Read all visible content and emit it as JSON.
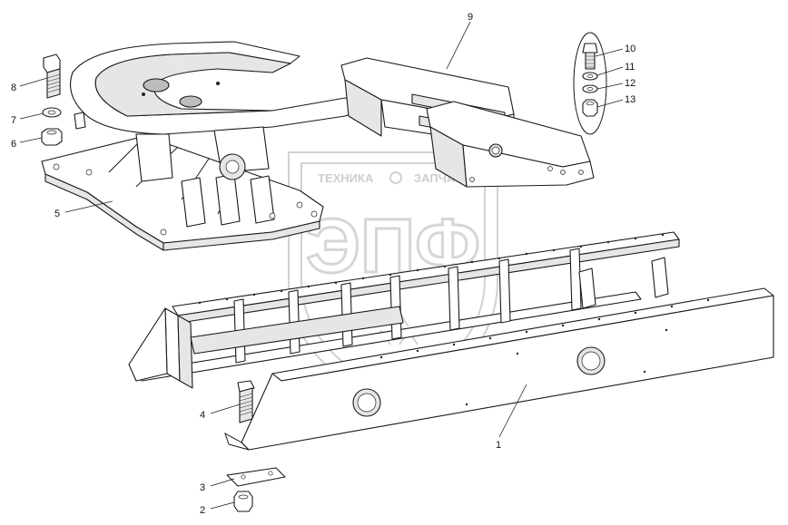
{
  "watermark": {
    "left_text": "ТЕХНИКА",
    "right_text": "ЗАПЧАСТИ",
    "logo_text": "ЭПФ"
  },
  "callouts": [
    {
      "id": "c1",
      "label": "1"
    },
    {
      "id": "c2",
      "label": "2"
    },
    {
      "id": "c3",
      "label": "3"
    },
    {
      "id": "c4",
      "label": "4"
    },
    {
      "id": "c5",
      "label": "5"
    },
    {
      "id": "c6",
      "label": "6"
    },
    {
      "id": "c7",
      "label": "7"
    },
    {
      "id": "c8",
      "label": "8"
    },
    {
      "id": "c9",
      "label": "9"
    },
    {
      "id": "c10",
      "label": "10"
    },
    {
      "id": "c11",
      "label": "11"
    },
    {
      "id": "c12",
      "label": "12"
    },
    {
      "id": "c13",
      "label": "13"
    }
  ]
}
